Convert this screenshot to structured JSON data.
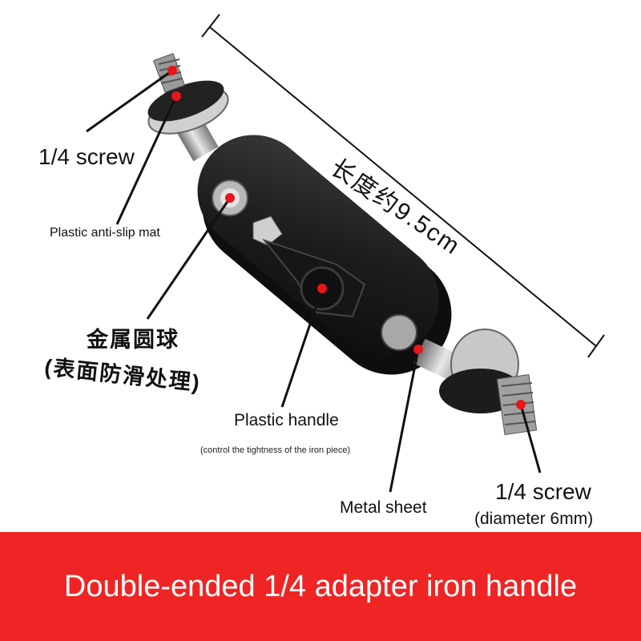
{
  "labels": {
    "screw_top": "1/4 screw",
    "mat": "Plastic anti-slip mat",
    "ball_line1": "金属圆球",
    "ball_line2": "(表面防滑处理)",
    "handle": "Plastic handle",
    "handle_note": "(control the tightness of the iron piece)",
    "metal_sheet": "Metal sheet",
    "screw_bottom": "1/4 screw",
    "screw_bottom_note": "(diameter 6mm)",
    "dimension": "长度约9.5cm"
  },
  "banner": {
    "text": "Double-ended 1/4 adapter iron handle",
    "color": "#ee2524"
  },
  "colors": {
    "marker": "#e8161b",
    "body": "#1a1a1c"
  }
}
